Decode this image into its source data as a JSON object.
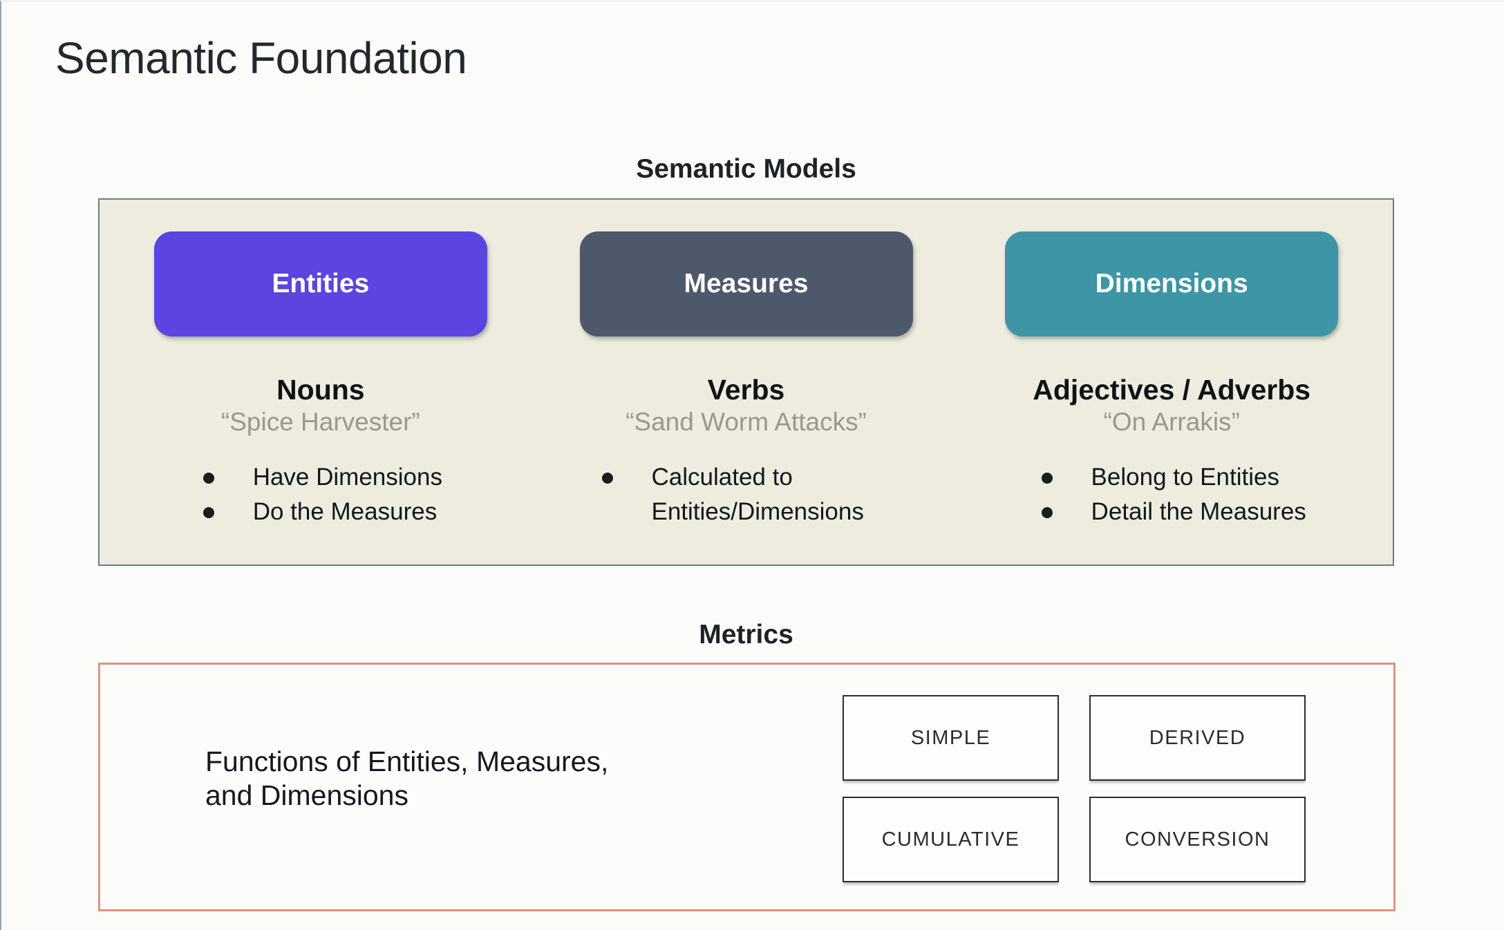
{
  "page": {
    "title": "Semantic Foundation"
  },
  "colors": {
    "entities": "#5b44df",
    "measures": "#4d596b",
    "dimensions": "#3d95a5",
    "models_panel_bg": "#edecdf",
    "metrics_border": "#df9280"
  },
  "semantic_models": {
    "section_label": "Semantic Models",
    "columns": [
      {
        "button": "Entities",
        "color": "#5b44df",
        "heading": "Nouns",
        "example": "“Spice Harvester”",
        "bullets": [
          "Have Dimensions",
          "Do the Measures"
        ]
      },
      {
        "button": "Measures",
        "color": "#4d596b",
        "heading": "Verbs",
        "example": "“Sand Worm Attacks”",
        "bullets": [
          "Calculated to Entities/Dimensions"
        ]
      },
      {
        "button": "Dimensions",
        "color": "#3d95a5",
        "heading": "Adjectives / Adverbs",
        "example": "“On Arrakis”",
        "bullets": [
          "Belong to Entities",
          "Detail the Measures"
        ]
      }
    ]
  },
  "metrics": {
    "section_label": "Metrics",
    "description": "Functions of Entities, Measures, and Dimensions",
    "types": [
      "SIMPLE",
      "DERIVED",
      "CUMULATIVE",
      "CONVERSION"
    ]
  }
}
